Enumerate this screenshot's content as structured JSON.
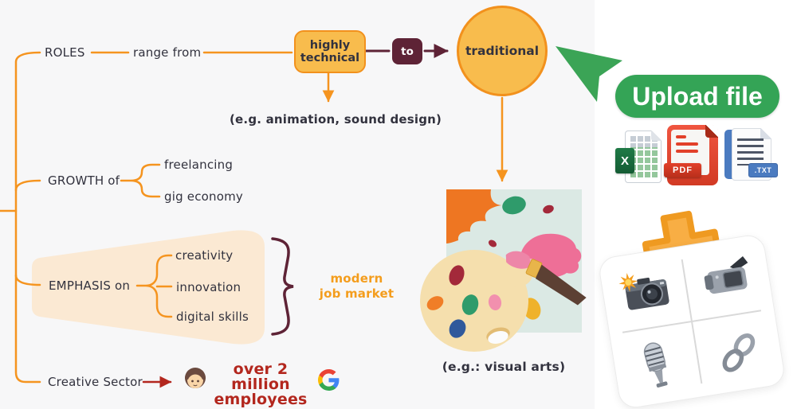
{
  "mindmap": {
    "roles_branch": {
      "label": "ROLES",
      "link_text": "range from",
      "from_node": "highly\ntechnical",
      "connector": "to",
      "to_node": "traditional",
      "from_example": "(e.g. animation, sound design)",
      "to_example": "(e.g.: visual arts)"
    },
    "growth_branch": {
      "label": "GROWTH of",
      "children": [
        "freelancing",
        "gig economy"
      ]
    },
    "emphasis_branch": {
      "label": "EMPHASIS on",
      "children": [
        "creativity",
        "innovation",
        "digital skills"
      ],
      "callout": "modern\njob market"
    },
    "creative_branch": {
      "label": "Creative Sector",
      "stat": "over 2 million\nemployees"
    }
  },
  "upload_panel": {
    "button_label": "Upload file",
    "excel_badge": "X",
    "pdf_badge": "PDF",
    "txt_badge": ".TXT",
    "media_options": [
      "photo-camera",
      "video-camera",
      "microphone",
      "link"
    ]
  },
  "colors": {
    "branch_orange": "#F5941F",
    "node_fill": "#F8BC4D",
    "node_border": "#F2911D",
    "maroon": "#5E2336",
    "text_dark": "#32323E",
    "accent_red": "#B3271E",
    "green": "#34A456",
    "highlight_blob": "#FBE9D3",
    "callout_orange": "#F49D1D"
  }
}
